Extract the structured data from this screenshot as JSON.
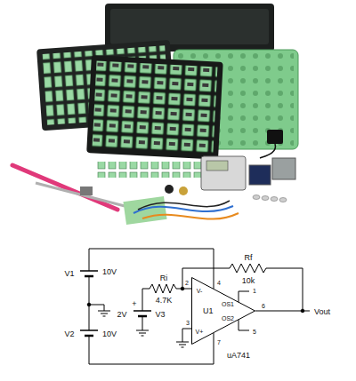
{
  "diagram": {
    "nodes": [
      {
        "text": [
          "U1"
        ]
      }
    ],
    "labels": [
      "Rf",
      "10k",
      "V1",
      "10V",
      "V2",
      "10V",
      "Ri",
      "4.7K",
      "+",
      "2V",
      "V3",
      "2",
      "3",
      "4",
      "7",
      "6",
      "1",
      "5",
      "V-",
      "V+",
      "OS1",
      "OS2",
      "Vout",
      "uA741"
    ]
  }
}
